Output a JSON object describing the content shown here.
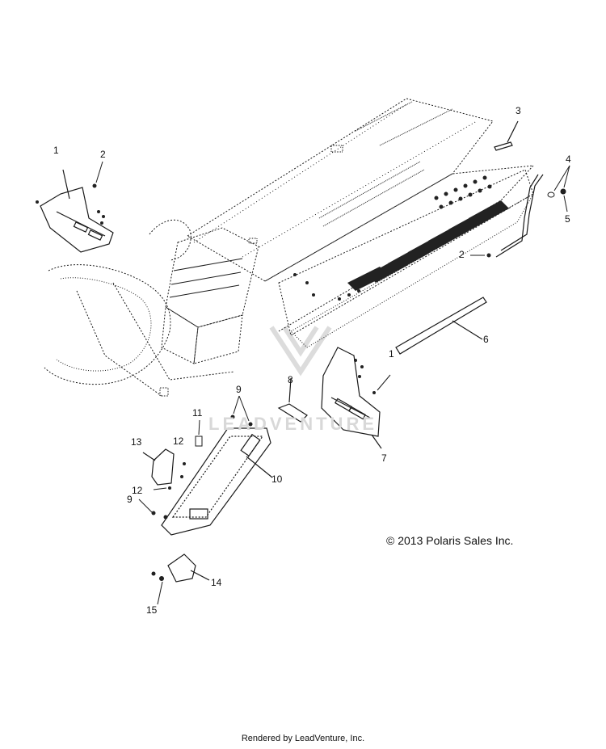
{
  "callouts": [
    {
      "id": "c1a",
      "label": "1"
    },
    {
      "id": "c2a",
      "label": "2"
    },
    {
      "id": "c3",
      "label": "3"
    },
    {
      "id": "c4",
      "label": "4"
    },
    {
      "id": "c5",
      "label": "5"
    },
    {
      "id": "c2b",
      "label": "2"
    },
    {
      "id": "c6",
      "label": "6"
    },
    {
      "id": "c1b",
      "label": "1"
    },
    {
      "id": "c8",
      "label": "8"
    },
    {
      "id": "c7",
      "label": "7"
    },
    {
      "id": "c9a",
      "label": "9"
    },
    {
      "id": "c11",
      "label": "11"
    },
    {
      "id": "c13",
      "label": "13"
    },
    {
      "id": "c12a",
      "label": "12"
    },
    {
      "id": "c10",
      "label": "10"
    },
    {
      "id": "c12b",
      "label": "12"
    },
    {
      "id": "c9b",
      "label": "9"
    },
    {
      "id": "c14",
      "label": "14"
    },
    {
      "id": "c15",
      "label": "15"
    }
  ],
  "copyright": "© 2013 Polaris Sales Inc.",
  "watermark": "LEADVENTURE",
  "footer": "Rendered by LeadVenture, Inc.",
  "colors": {
    "line": "#1a1a1a",
    "dots": "#333333",
    "watermark": "#d8d8d8"
  }
}
